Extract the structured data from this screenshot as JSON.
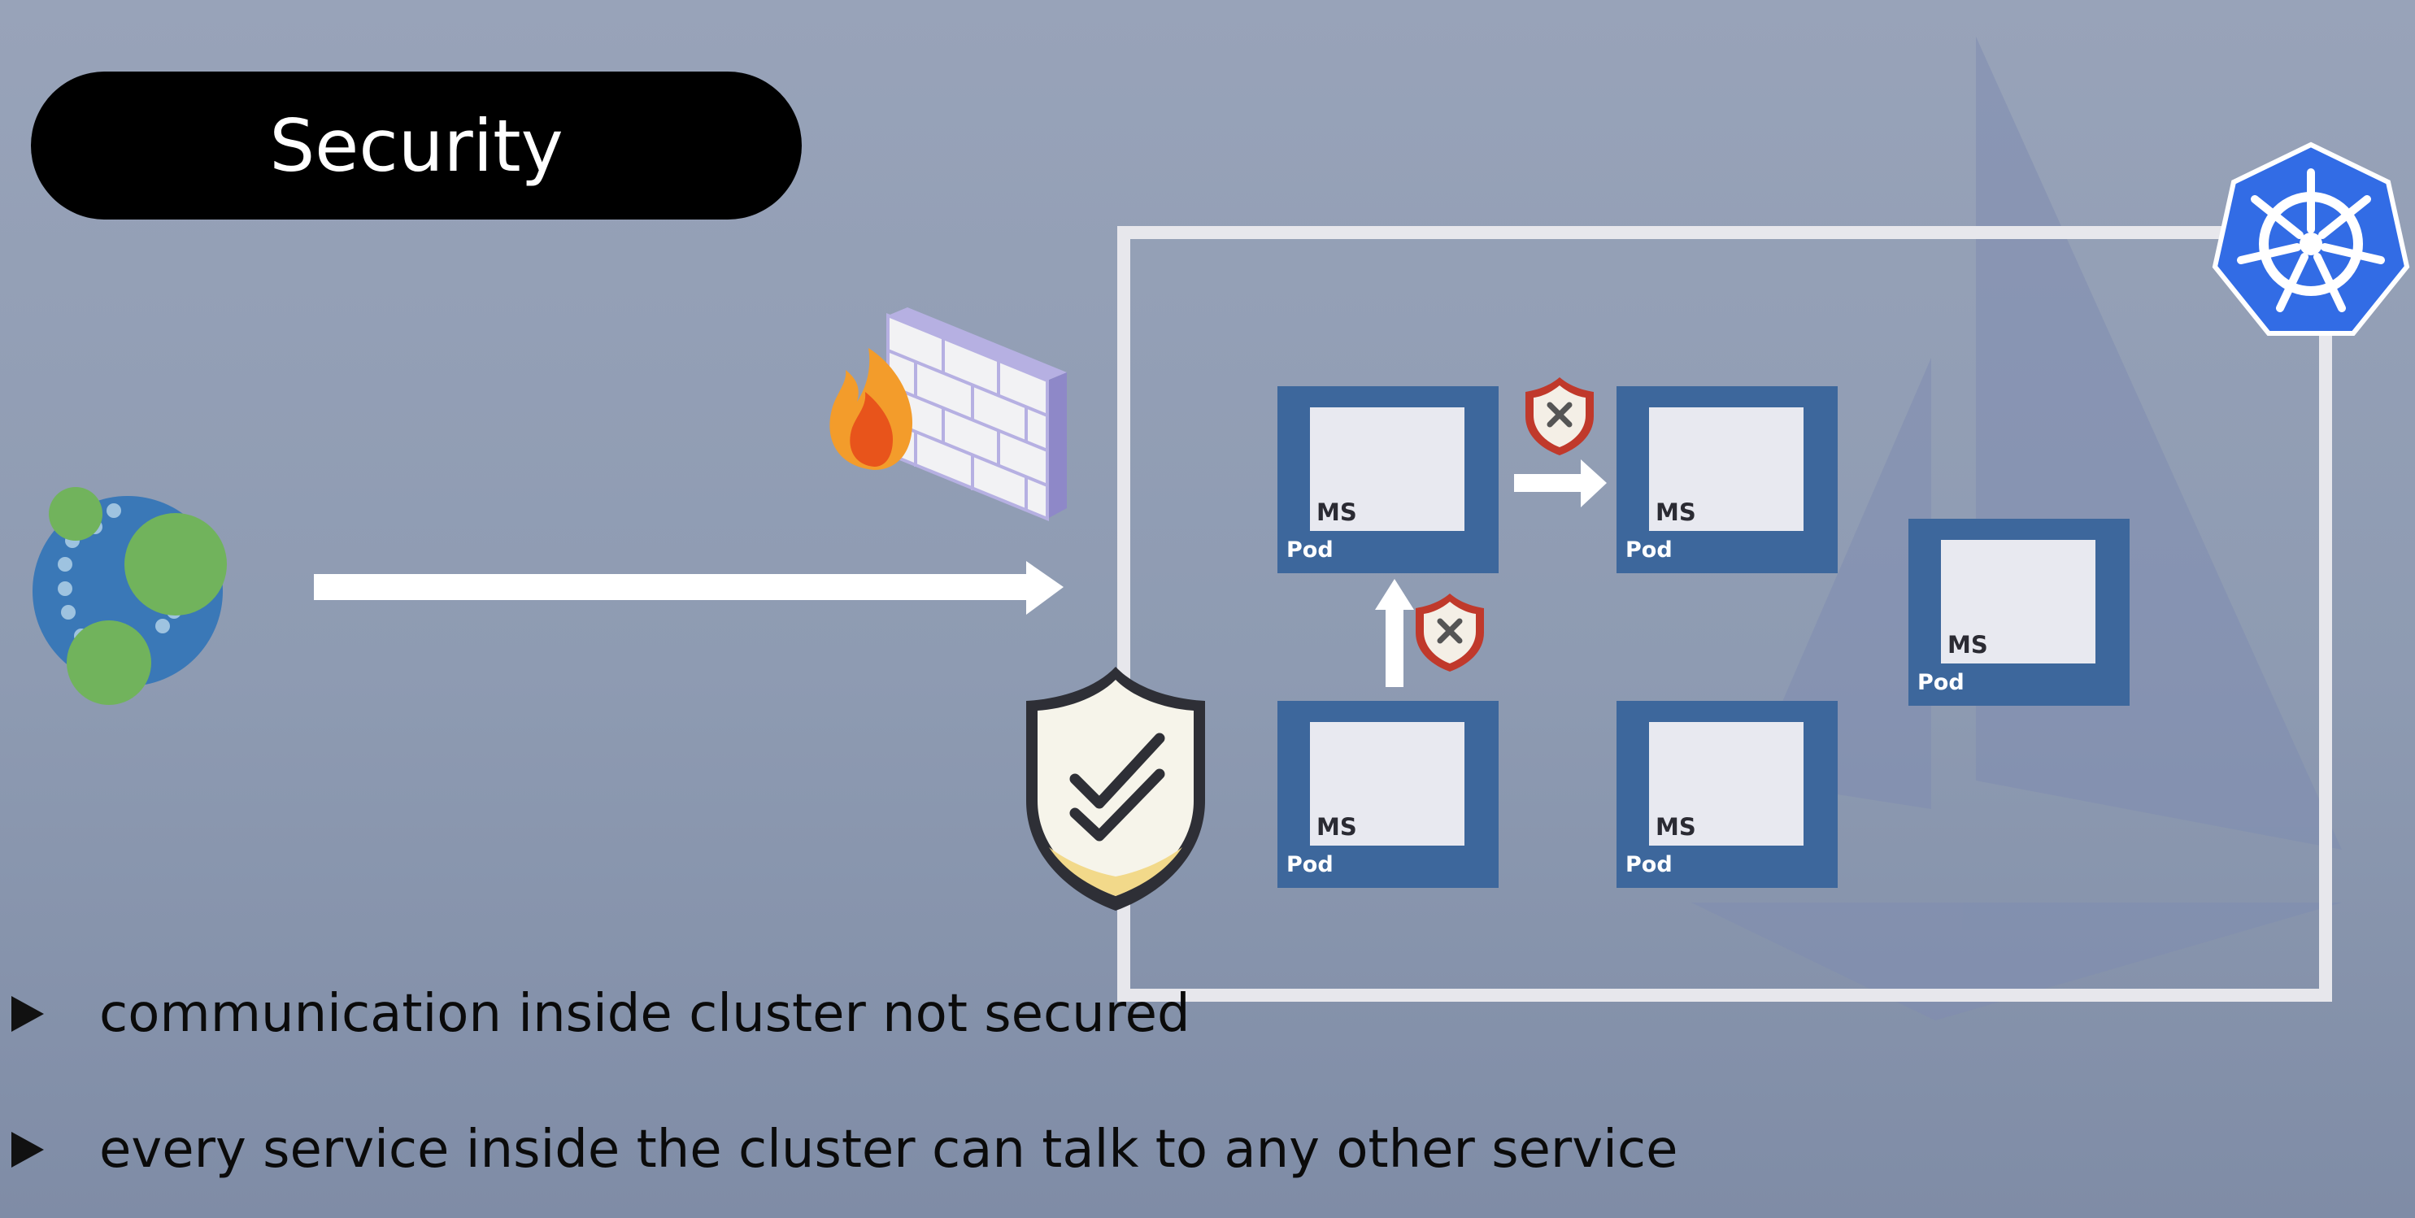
{
  "title": "Security",
  "pods": [
    {
      "ms_label": "MS",
      "pod_label": "Pod"
    },
    {
      "ms_label": "MS",
      "pod_label": "Pod"
    },
    {
      "ms_label": "MS",
      "pod_label": "Pod"
    },
    {
      "ms_label": "MS",
      "pod_label": "Pod"
    },
    {
      "ms_label": "MS",
      "pod_label": "Pod"
    }
  ],
  "bullets": [
    "communication inside cluster not secured",
    "every service inside the cluster can talk to any other service"
  ],
  "colors": {
    "background": "#98a3b9",
    "pod_blue": "#3d679c",
    "kubernetes_blue": "#326ce5",
    "green_node": "#71b35c",
    "shield_red": "#c0392b"
  },
  "icons": [
    "client-app-icon",
    "firewall-icon",
    "fire-icon",
    "security-shield-icon",
    "blocked-shield-icon",
    "kubernetes-logo-icon",
    "istio-sail-icon"
  ]
}
